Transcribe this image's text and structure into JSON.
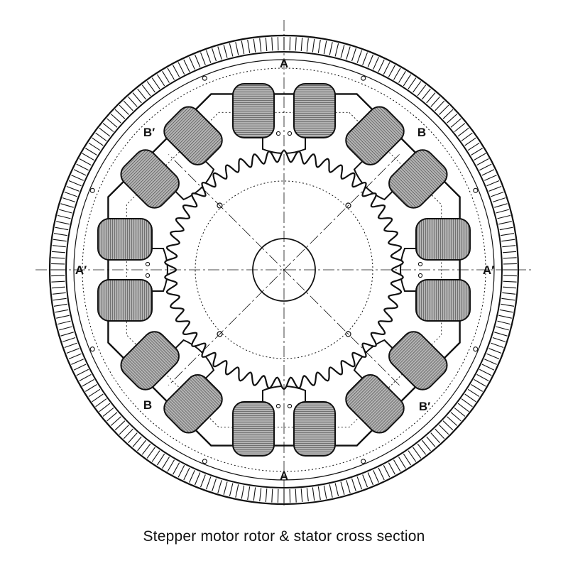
{
  "caption": "Stepper motor rotor & stator cross section",
  "labels": {
    "a_top": "A",
    "a_bottom": "A",
    "a_prime_left": "A′",
    "a_prime_right": "A′",
    "b_top_right": "B",
    "b_bottom_left": "B",
    "b_prime_top_left": "B′",
    "b_prime_bottom_right": "B′"
  },
  "colors": {
    "line": "#111111",
    "coil_fill": "#9a9a9a",
    "background": "#ffffff"
  }
}
